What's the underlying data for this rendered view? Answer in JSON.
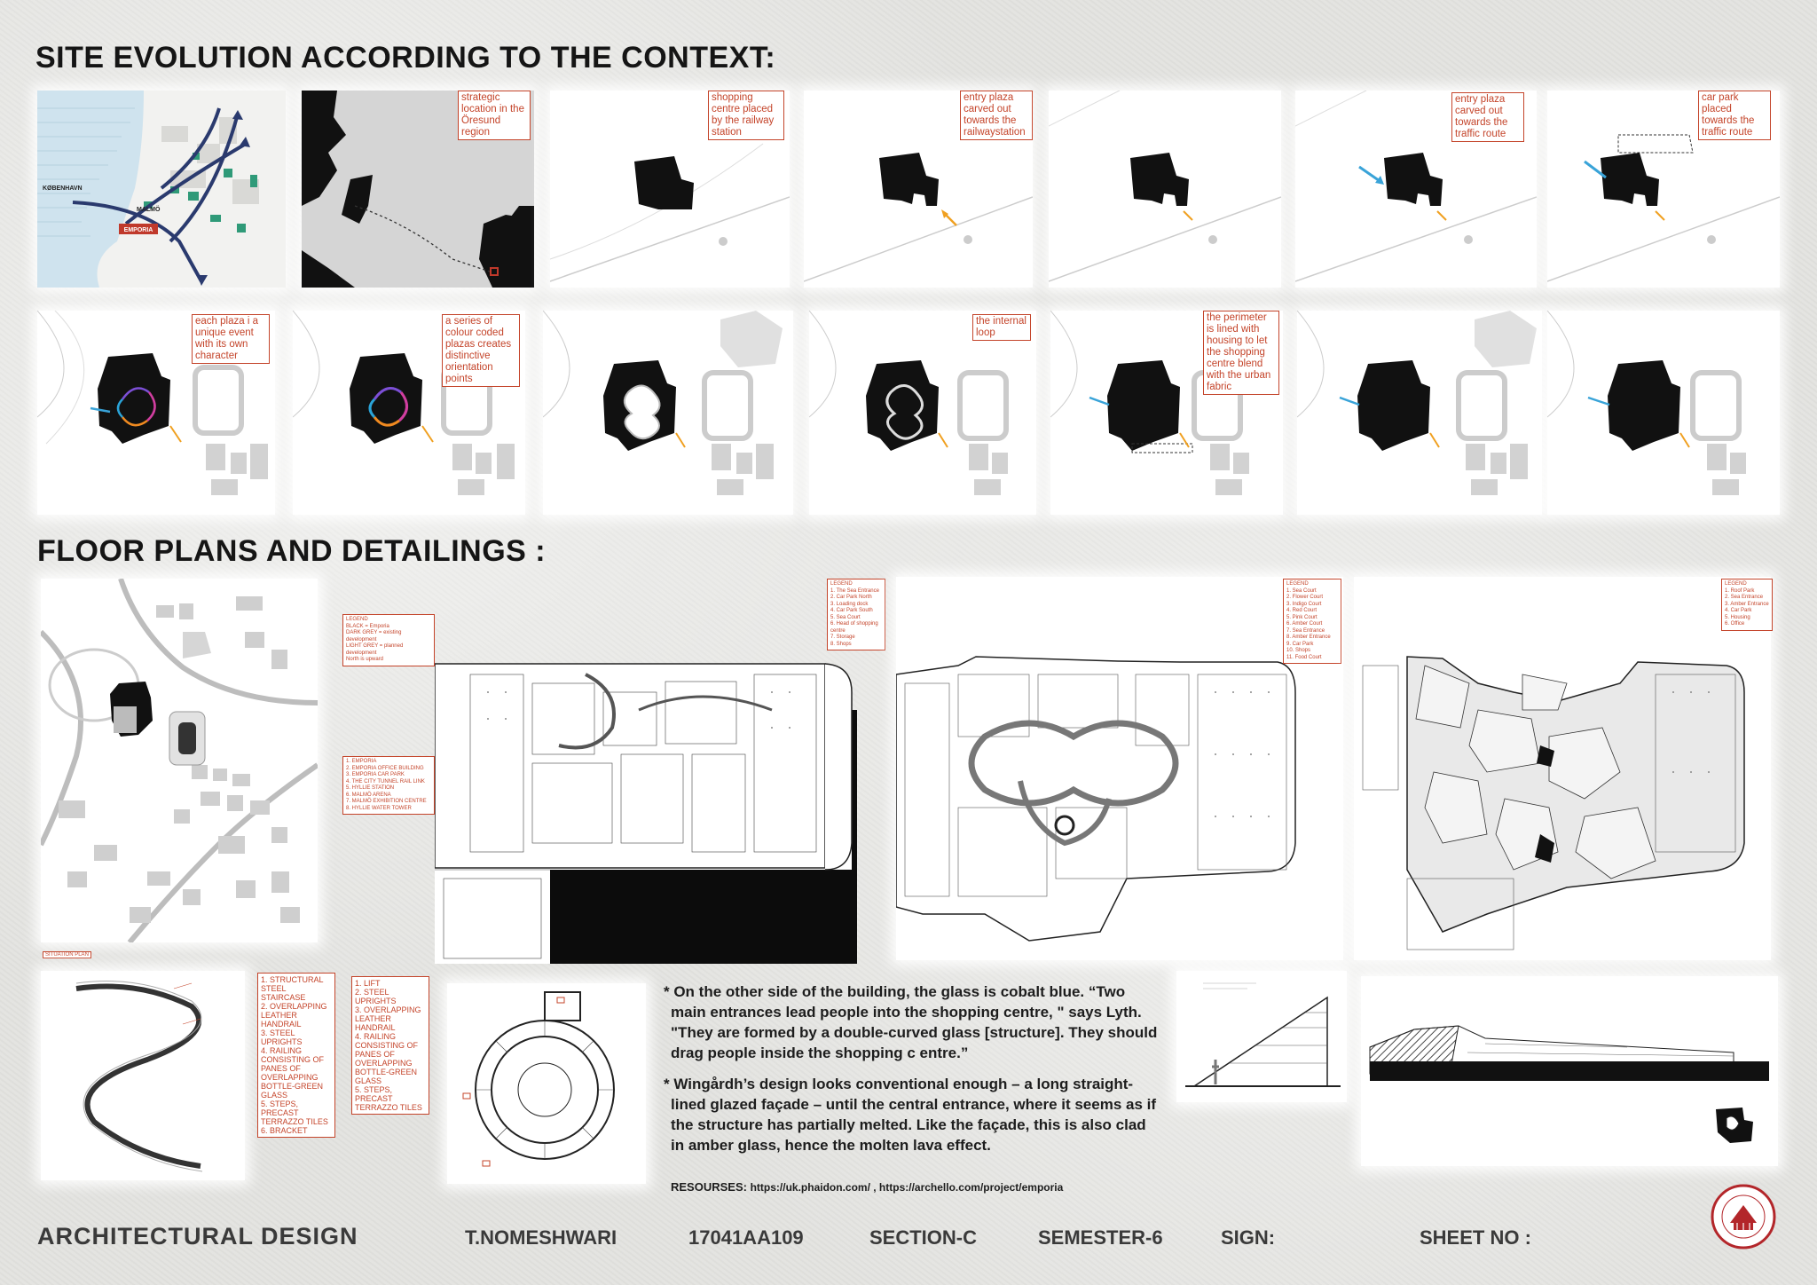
{
  "headings": {
    "site_evolution": "SITE EVOLUTION ACCORDING TO THE CONTEXT:",
    "floor_plans": "FLOOR PLANS AND DETAILINGS :"
  },
  "context_map": {
    "labels": [
      "KØBENHAVN",
      "MALMÖ",
      "EMPORIA"
    ]
  },
  "evolution_notes": {
    "p2": "strategic location in the Öresund region",
    "p3": "shopping centre placed by the railway station",
    "p4": "entry plaza carved out towards the railwaystation",
    "p6": "entry plaza carved out towards the traffic route",
    "p7": "car park placed towards the traffic route",
    "p8": "each plaza i a unique event with its own character",
    "p9": "a series of colour coded plazas creates distinctive orientation points",
    "p11": "the internal loop",
    "p12": "the perimeter is lined with housing to let the shopping centre blend with the urban fabric"
  },
  "situation_plan": {
    "legend_top": "LEGEND\nBLACK = Emporia\nDARK GREY = existing development\nLIGHT GREY = planned development\nNorth is upward",
    "legend_list": "1. EMPORIA\n2. EMPORIA OFFICE BUILDING\n3. EMPORIA CAR PARK\n4. THE CITY TUNNEL RAIL LINK\n5. HYLLIE STATION\n6. MALMÖ ARENA\n7. MALMÖ EXHIBITION CENTRE\n8. HYLLIE WATER TOWER",
    "caption": "SITUATION PLAN"
  },
  "plan_legends": {
    "plan1": "LEGEND\n1. The Sea Entrance\n2. Car Park North\n3. Loading dock\n4. Car Park South\n5. Sea Court\n6. Head of shopping centre\n7. Storage\n8. Shops",
    "plan2": "LEGEND\n1. Sea Court\n2. Flower Court\n3. Indigo Court\n4. Red Court\n5. Pink Court\n6. Amber Court\n7. Sea Entrance\n8. Amber Entrance\n9. Car Park\n10. Shops\n11. Food Court",
    "plan3": "LEGEND\n1. Roof Park\n2. Sea Entrance\n3. Amber Entrance\n4. Car Park\n5. Housing\n6. Office"
  },
  "stair_specs": {
    "spec1": "1. STRUCTURAL STEEL STAIRCASE\n2. OVERLAPPING LEATHER HANDRAIL\n3. STEEL UPRIGHTS\n4. RAILING CONSISTING OF PANES OF OVERLAPPING BOTTLE-GREEN GLASS\n5. STEPS, PRECAST TERRAZZO TILES\n6. BRACKET",
    "spec2": "1. LIFT\n2. STEEL UPRIGHTS\n3. OVERLAPPING LEATHER HANDRAIL\n4. RAILING CONSISTING OF PANES OF OVERLAPPING BOTTLE-GREEN GLASS\n5. STEPS, PRECAST TERRAZZO TILES"
  },
  "quotes": {
    "q1": "* On the other side of the building, the glass is cobalt blue. “Two main entrances lead people into the shopping centre, \" says Lyth. \"They are formed by a double-curved glass [structure]. They should drag people inside the shopping c entre.”",
    "q2": "* Wingårdh’s design looks conventional enough – a long straight-lined glazed façade – until the central entrance, where it seems as if the structure has partially melted. Like the façade, this is also clad in amber glass, hence the molten lava effect."
  },
  "resources": {
    "label": "RESOURSES:",
    "links": "https://uk.phaidon.com/   , https://archello.com/project/emporia"
  },
  "footer": {
    "subject": "ARCHITECTURAL  DESIGN",
    "name": "T.NOMESHWARI",
    "roll": "17041AA109",
    "section": "SECTION-C",
    "semester": "SEMESTER-6",
    "sign": "SIGN:",
    "sheet": "SHEET NO :"
  },
  "colors": {
    "accent": "#c4442a",
    "ink": "#111111",
    "sea": "#cfe3ee",
    "route": "#2a3a6e",
    "green": "#2f9a78"
  },
  "icons": [
    "college-seal-icon",
    "north-arrow-icon"
  ]
}
